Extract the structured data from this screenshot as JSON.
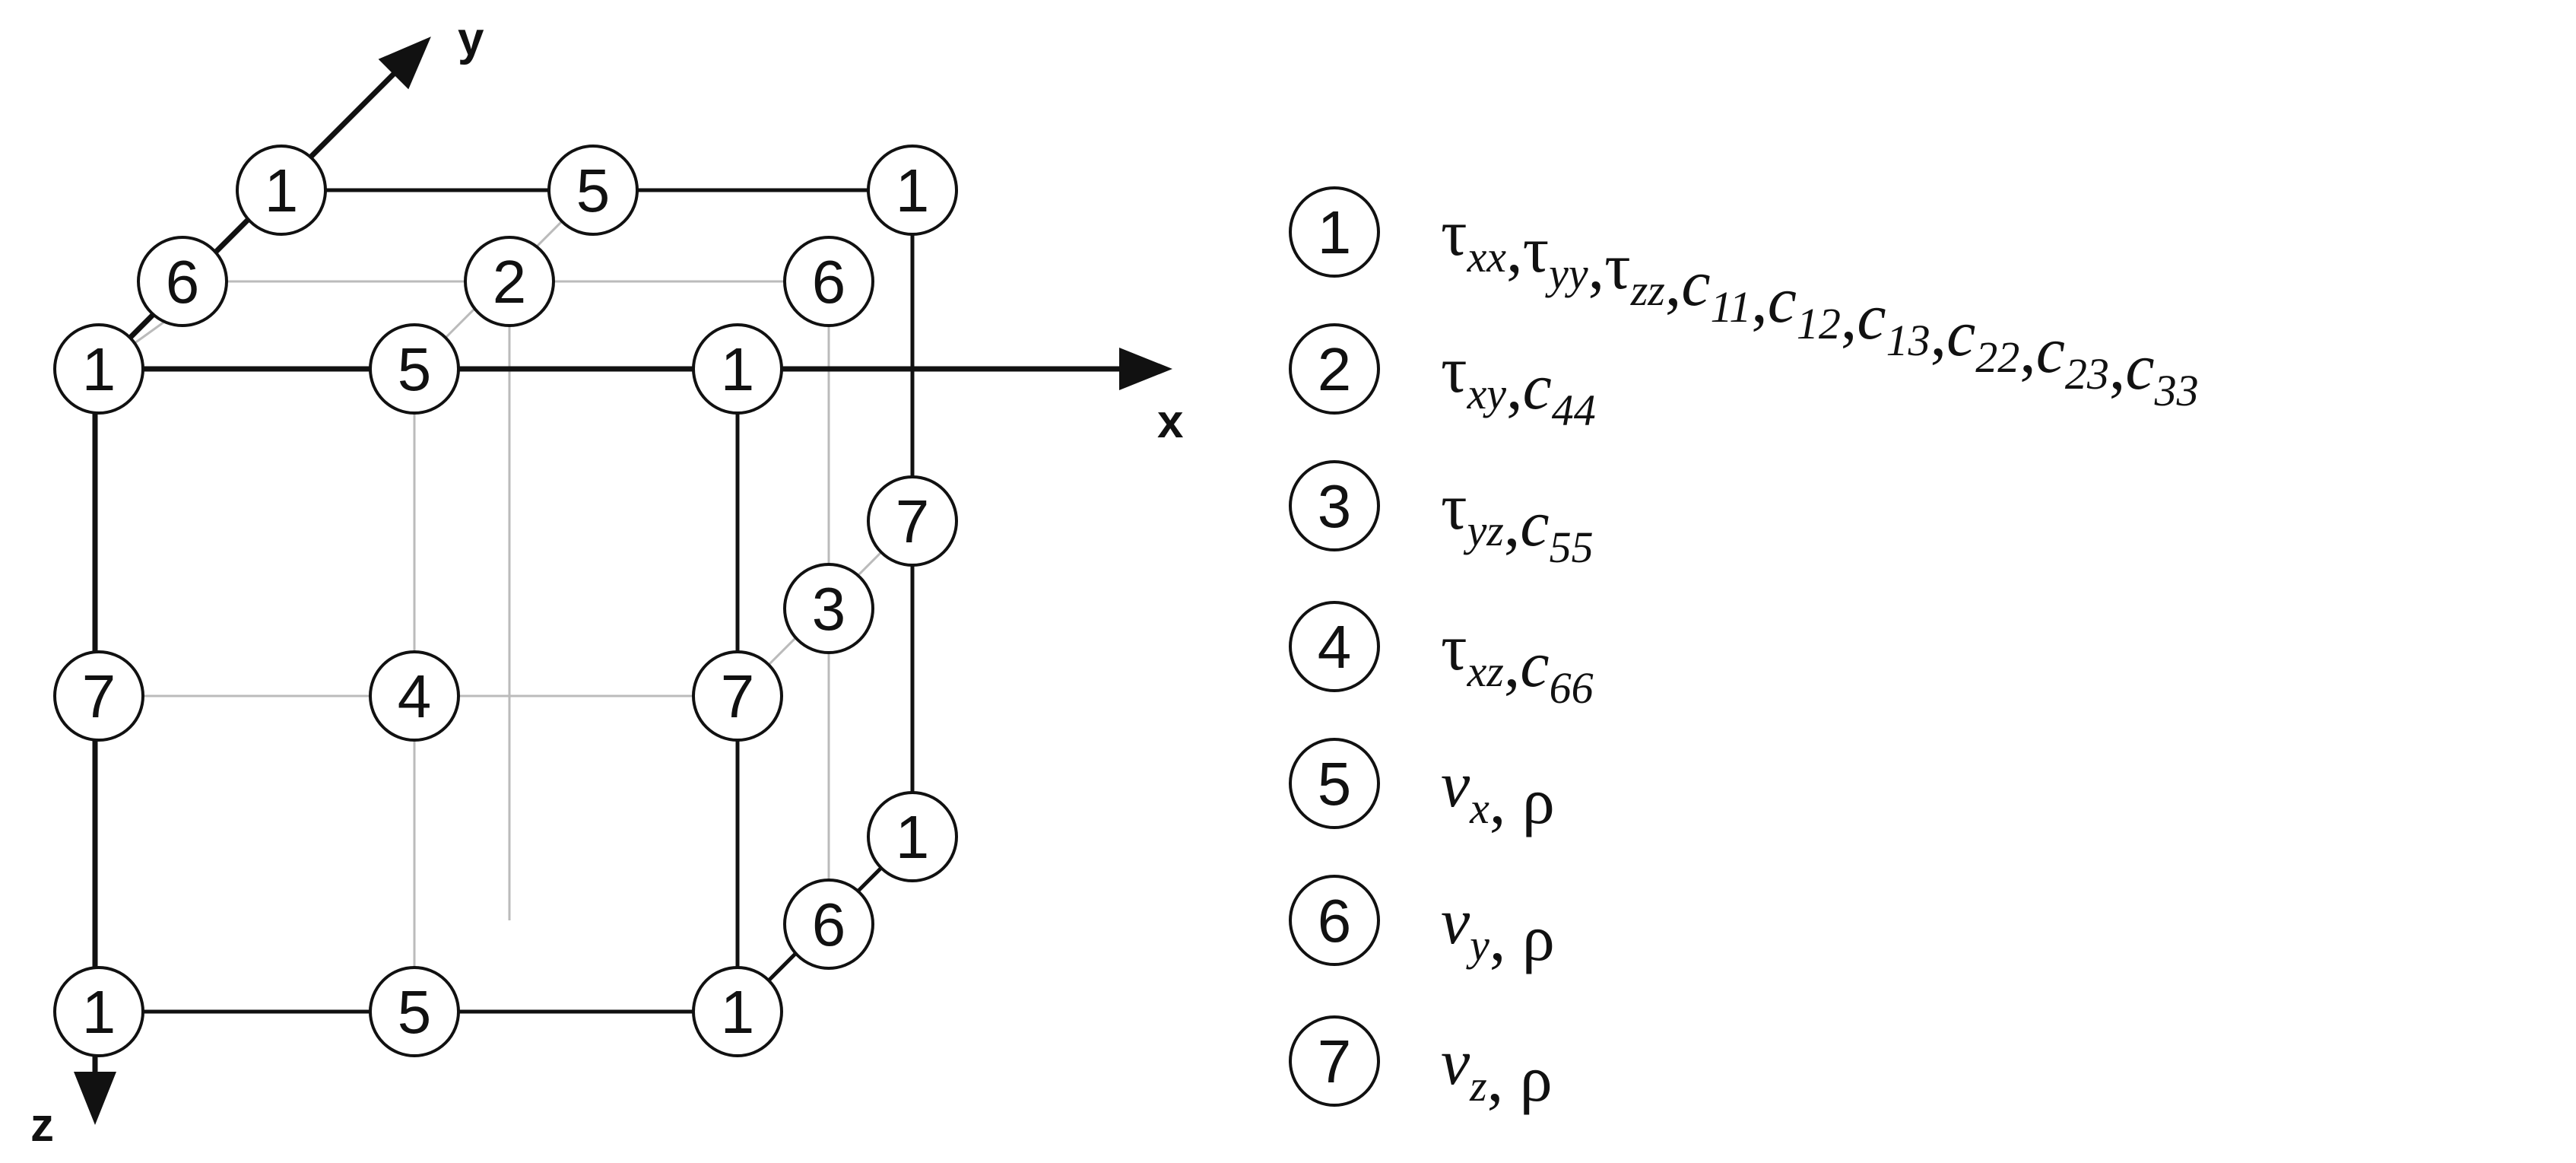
{
  "axes": {
    "x": "x",
    "y": "y",
    "z": "z"
  },
  "nodes": [
    {
      "label": "1"
    },
    {
      "label": "5"
    },
    {
      "label": "1"
    },
    {
      "label": "6"
    },
    {
      "label": "2"
    },
    {
      "label": "6"
    },
    {
      "label": "1"
    },
    {
      "label": "5"
    },
    {
      "label": "1"
    },
    {
      "label": "7"
    },
    {
      "label": "3"
    },
    {
      "label": "7"
    },
    {
      "label": "4"
    },
    {
      "label": "7"
    },
    {
      "label": "1"
    },
    {
      "label": "6"
    },
    {
      "label": "1"
    },
    {
      "label": "5"
    },
    {
      "label": "1"
    }
  ],
  "legend": [
    {
      "number": "1",
      "parts": [
        {
          "t": "τ",
          "s": "xx"
        },
        {
          "t": ",τ",
          "s": "yy"
        },
        {
          "t": ",τ",
          "s": "zz"
        },
        {
          "t": ",",
          "s": ""
        },
        {
          "t": "c",
          "s": "11",
          "it": true
        },
        {
          "t": ",",
          "s": ""
        },
        {
          "t": "c",
          "s": "12",
          "it": true
        },
        {
          "t": ",",
          "s": ""
        },
        {
          "t": "c",
          "s": "13",
          "it": true
        },
        {
          "t": ",",
          "s": ""
        },
        {
          "t": "c",
          "s": "22",
          "it": true
        },
        {
          "t": ",",
          "s": ""
        },
        {
          "t": "c",
          "s": "23",
          "it": true
        },
        {
          "t": ",",
          "s": ""
        },
        {
          "t": "c",
          "s": "33",
          "it": true
        }
      ]
    },
    {
      "number": "2",
      "parts": [
        {
          "t": "τ",
          "s": "xy"
        },
        {
          "t": ",",
          "s": ""
        },
        {
          "t": "c",
          "s": "44",
          "it": true
        }
      ]
    },
    {
      "number": "3",
      "parts": [
        {
          "t": "τ",
          "s": "yz"
        },
        {
          "t": ",",
          "s": ""
        },
        {
          "t": "c",
          "s": "55",
          "it": true
        }
      ]
    },
    {
      "number": "4",
      "parts": [
        {
          "t": "τ",
          "s": "xz"
        },
        {
          "t": ",",
          "s": ""
        },
        {
          "t": "c",
          "s": "66",
          "it": true
        }
      ]
    },
    {
      "number": "5",
      "parts": [
        {
          "t": "v",
          "s": "x",
          "it": true
        },
        {
          "t": ", ρ",
          "s": ""
        }
      ]
    },
    {
      "number": "6",
      "parts": [
        {
          "t": "v",
          "s": "y",
          "it": true
        },
        {
          "t": ", ρ",
          "s": ""
        }
      ]
    },
    {
      "number": "7",
      "parts": [
        {
          "t": "v",
          "s": "z",
          "it": true
        },
        {
          "t": ", ρ",
          "s": ""
        }
      ]
    }
  ]
}
